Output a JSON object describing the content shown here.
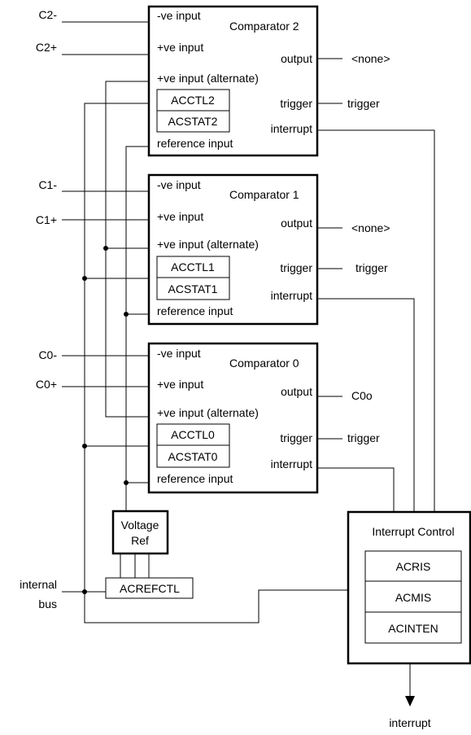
{
  "comparators": [
    {
      "title": "Comparator 2",
      "inputs": {
        "neg": "-ve input",
        "pos": "+ve input",
        "alt": "+ve input (alternate)",
        "ref": "reference input"
      },
      "outputs": {
        "output": "output",
        "trigger": "trigger",
        "interrupt": "interrupt"
      },
      "registers": [
        "ACCTL2",
        "ACSTAT2"
      ],
      "pins": {
        "neg": "C2-",
        "pos": "C2+"
      },
      "output_value": "<none>",
      "trigger_value": "trigger"
    },
    {
      "title": "Comparator 1",
      "inputs": {
        "neg": "-ve input",
        "pos": "+ve input",
        "alt": "+ve input (alternate)",
        "ref": "reference input"
      },
      "outputs": {
        "output": "output",
        "trigger": "trigger",
        "interrupt": "interrupt"
      },
      "registers": [
        "ACCTL1",
        "ACSTAT1"
      ],
      "pins": {
        "neg": "C1-",
        "pos": "C1+"
      },
      "output_value": "<none>",
      "trigger_value": "trigger"
    },
    {
      "title": "Comparator 0",
      "inputs": {
        "neg": "-ve input",
        "pos": "+ve input",
        "alt": "+ve input (alternate)",
        "ref": "reference input"
      },
      "outputs": {
        "output": "output",
        "trigger": "trigger",
        "interrupt": "interrupt"
      },
      "registers": [
        "ACCTL0",
        "ACSTAT0"
      ],
      "pins": {
        "neg": "C0-",
        "pos": "C0+"
      },
      "output_value": "C0o",
      "trigger_value": "trigger"
    }
  ],
  "voltage_ref": {
    "line1": "Voltage",
    "line2": "Ref",
    "register": "ACREFCTL"
  },
  "internal_bus": {
    "line1": "internal",
    "line2": "bus"
  },
  "interrupt_control": {
    "title": "Interrupt Control",
    "registers": [
      "ACRIS",
      "ACMIS",
      "ACINTEN"
    ],
    "output_label": "interrupt"
  }
}
